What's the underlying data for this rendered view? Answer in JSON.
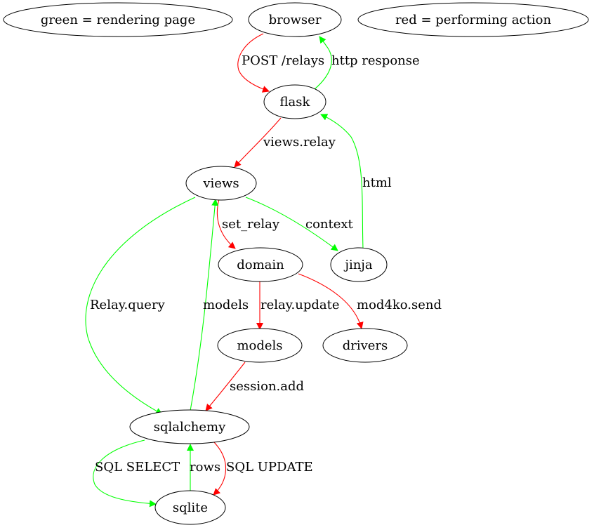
{
  "colors": {
    "render": "#00ff00",
    "action": "#ff0000"
  },
  "nodes": {
    "legend_green": "green = rendering page",
    "legend_red": "red = performing action",
    "browser": "browser",
    "flask": "flask",
    "views": "views",
    "jinja": "jinja",
    "domain": "domain",
    "models": "models",
    "drivers": "drivers",
    "sqlalchemy": "sqlalchemy",
    "sqlite": "sqlite"
  },
  "edges": [
    {
      "from": "browser",
      "to": "flask",
      "label": "POST /relays",
      "color": "red"
    },
    {
      "from": "flask",
      "to": "browser",
      "label": "http response",
      "color": "green"
    },
    {
      "from": "flask",
      "to": "views",
      "label": "views.relay",
      "color": "red"
    },
    {
      "from": "jinja",
      "to": "flask",
      "label": "html",
      "color": "green"
    },
    {
      "from": "views",
      "to": "domain",
      "label": "set_relay",
      "color": "red"
    },
    {
      "from": "views",
      "to": "jinja",
      "label": "context",
      "color": "green"
    },
    {
      "from": "views",
      "to": "sqlalchemy",
      "label": "Relay.query",
      "color": "green"
    },
    {
      "from": "sqlalchemy",
      "to": "views",
      "label": "models",
      "color": "green"
    },
    {
      "from": "domain",
      "to": "models",
      "label": "relay.update",
      "color": "red"
    },
    {
      "from": "domain",
      "to": "drivers",
      "label": "mod4ko.send",
      "color": "red"
    },
    {
      "from": "models",
      "to": "sqlalchemy",
      "label": "session.add",
      "color": "red"
    },
    {
      "from": "sqlalchemy",
      "to": "sqlite",
      "label": "SQL SELECT",
      "color": "green"
    },
    {
      "from": "sqlite",
      "to": "sqlalchemy",
      "label": "rows",
      "color": "green"
    },
    {
      "from": "sqlalchemy",
      "to": "sqlite",
      "label": "SQL UPDATE",
      "color": "red"
    }
  ]
}
